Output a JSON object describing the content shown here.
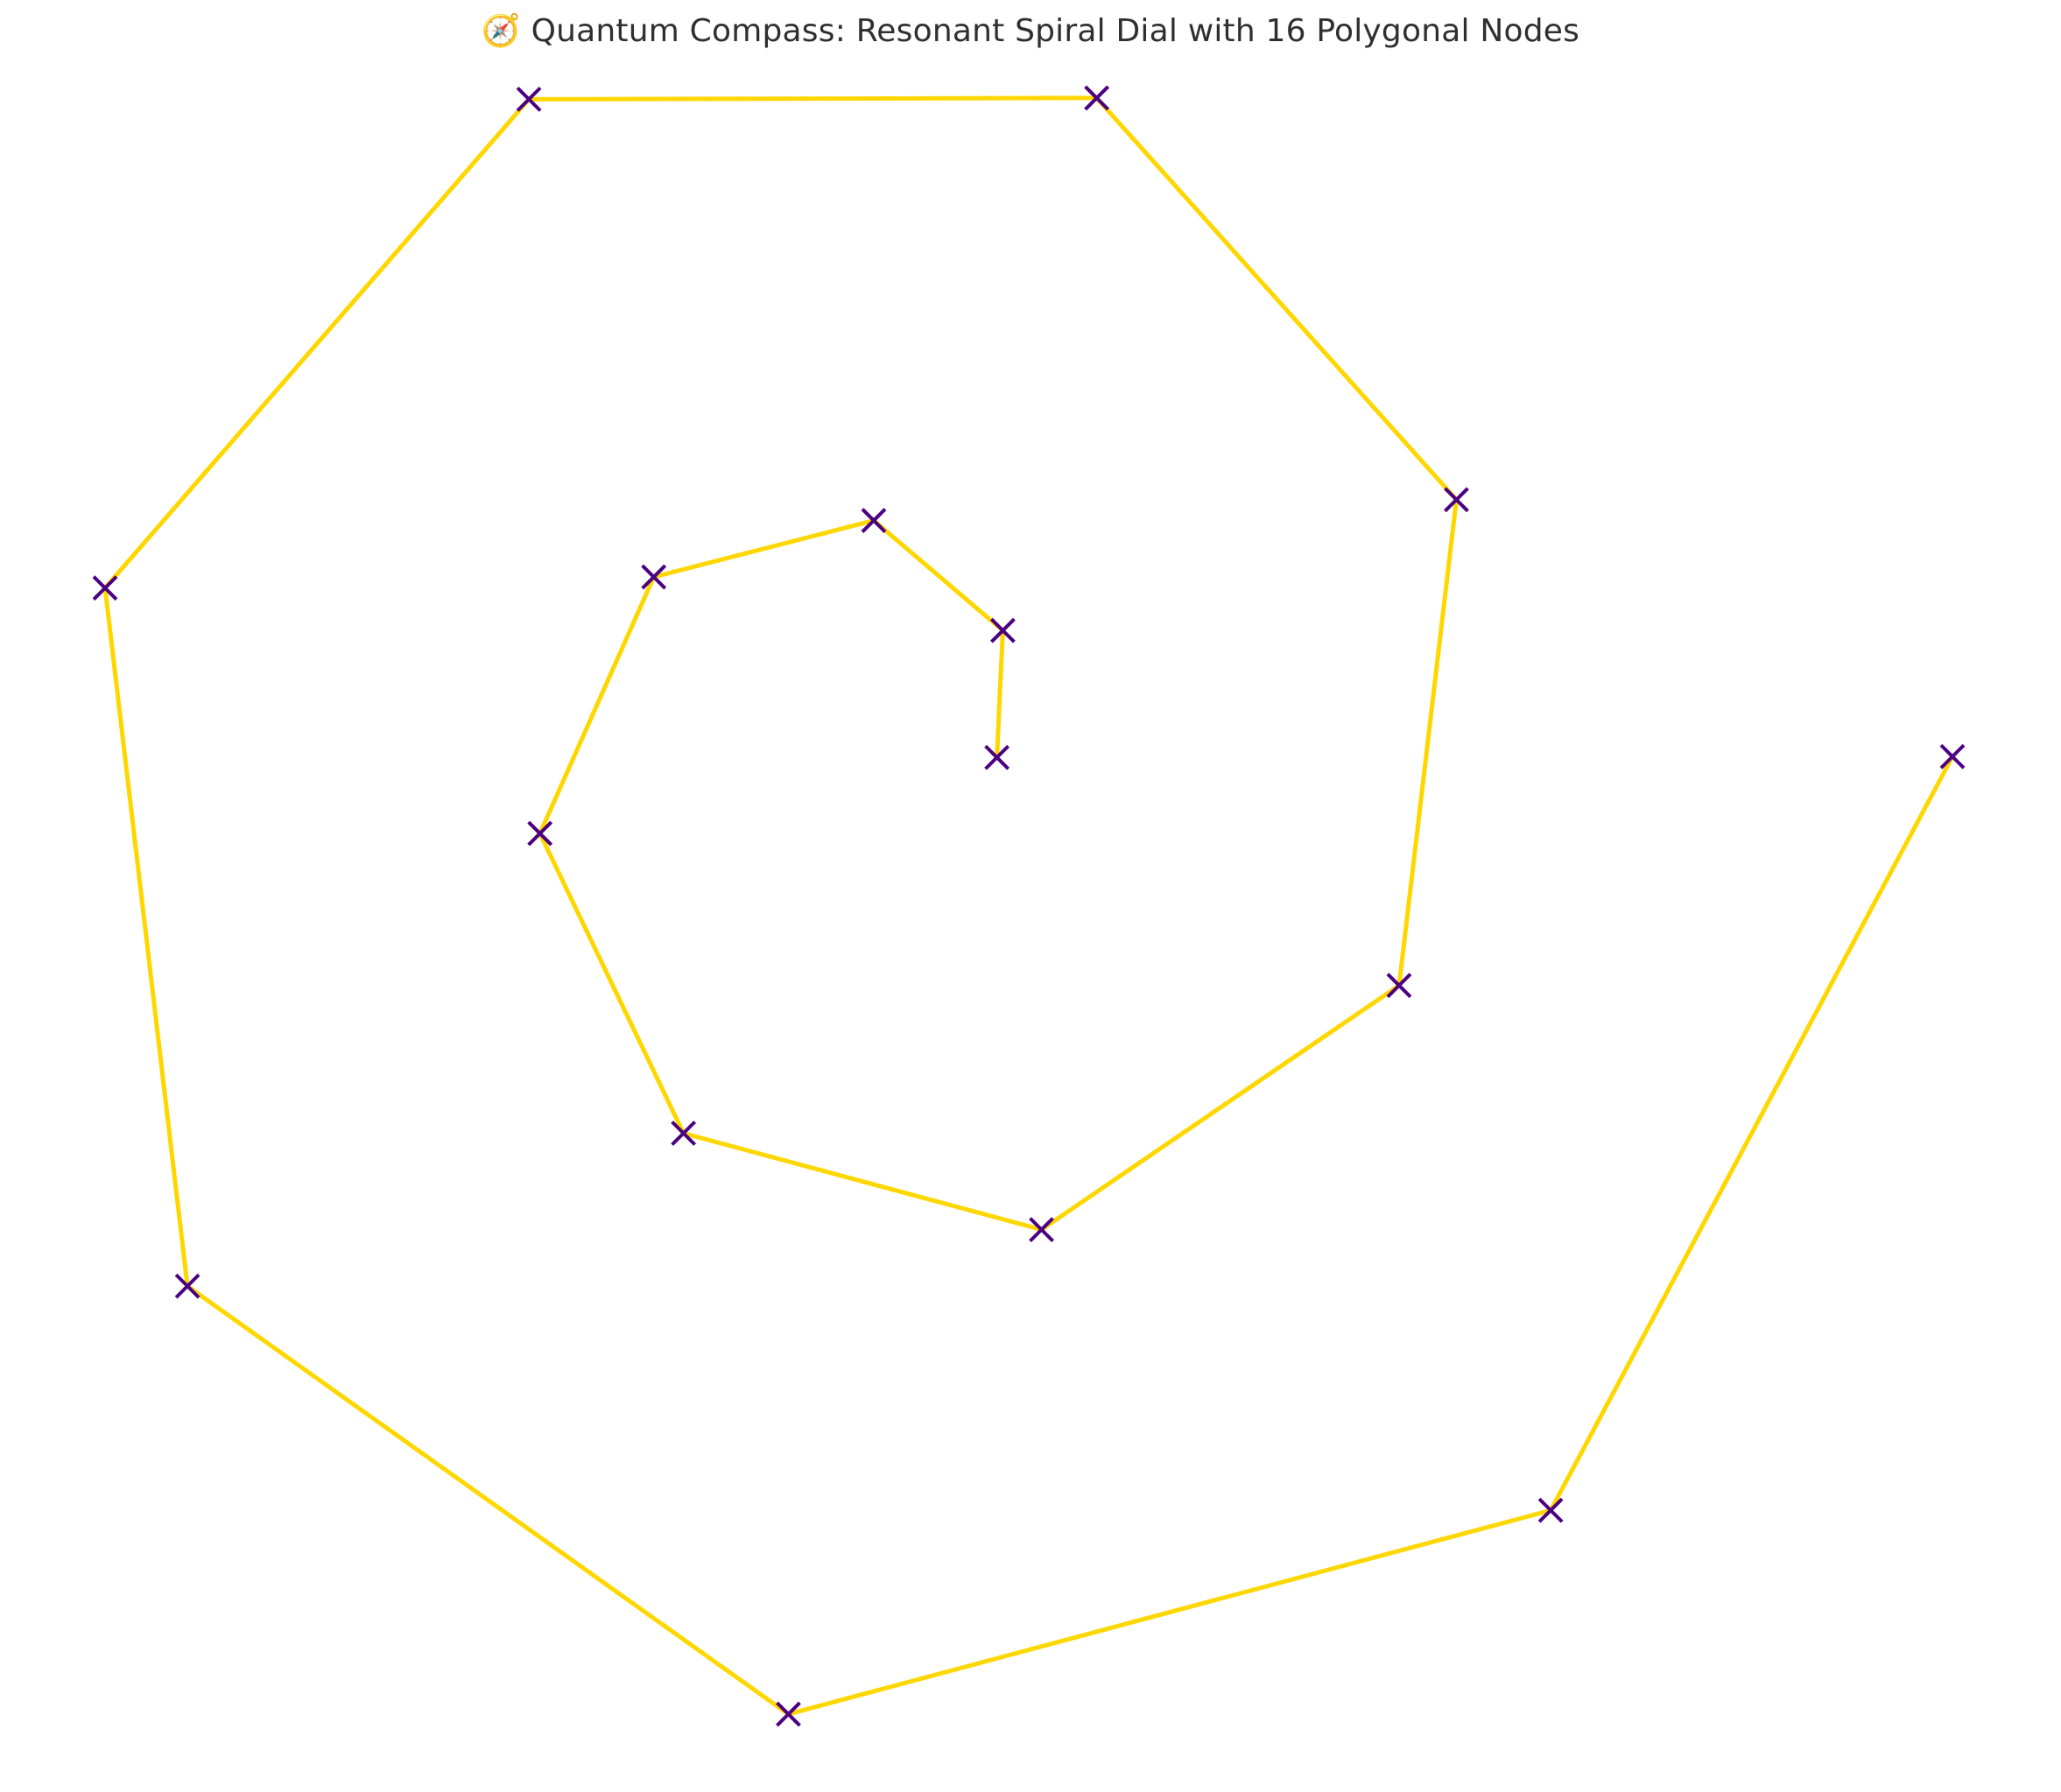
{
  "chart_data": {
    "type": "line",
    "title": "🧭 Quantum Compass: Resonant Spiral Dial with 16 Polygonal Nodes",
    "xlabel": "",
    "ylabel": "",
    "grid": false,
    "axes_visible": false,
    "xlim": [
      -28.2,
      19.6
    ],
    "ylim": [
      -23.5,
      19.8
    ],
    "colors": {
      "line": "#FFD700",
      "marker": "#4B0082",
      "label_text": "#FFF8D6",
      "background": "#FFFFFF"
    },
    "marker": "x",
    "series": [
      {
        "points": [
          {
            "x": 0.0,
            "y": 0.0,
            "label": ""
          },
          {
            "x": 0.14,
            "y": 2.99,
            "label": ""
          },
          {
            "x": -2.9,
            "y": 5.58,
            "label": ""
          },
          {
            "x": -8.08,
            "y": 4.25,
            "label": ""
          },
          {
            "x": -10.76,
            "y": -1.79,
            "label": ""
          },
          {
            "x": -7.38,
            "y": -8.85,
            "label": ""
          },
          {
            "x": 1.05,
            "y": -11.12,
            "label": ""
          },
          {
            "x": 9.47,
            "y": -5.37,
            "label": ""
          },
          {
            "x": 10.82,
            "y": 6.07,
            "label": ""
          },
          {
            "x": 2.35,
            "y": 15.53,
            "label": ""
          },
          {
            "x": -11.02,
            "y": 15.5,
            "label": ""
          },
          {
            "x": -21.0,
            "y": 3.99,
            "label": ""
          },
          {
            "x": -19.06,
            "y": -12.45,
            "label": ""
          },
          {
            "x": -4.91,
            "y": -22.53,
            "label": ""
          },
          {
            "x": 13.04,
            "y": -17.73,
            "label": ""
          },
          {
            "x": 22.5,
            "y": 0.02,
            "label": ""
          }
        ]
      }
    ]
  }
}
